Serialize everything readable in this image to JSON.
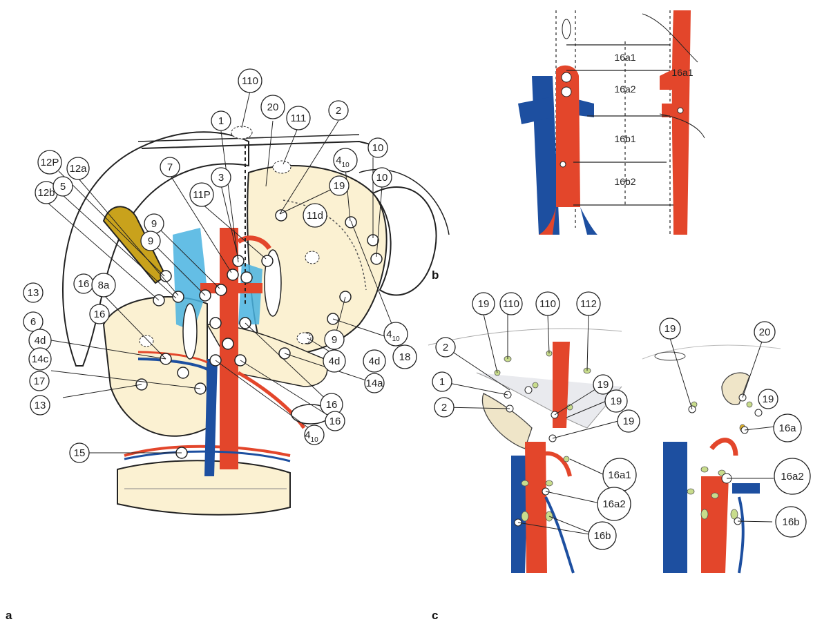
{
  "panels": {
    "a": "a",
    "b": "b",
    "c": "c"
  },
  "colors": {
    "artery": "#e3462b",
    "vein": "#1d4fa0",
    "gallbladder": "#c9a21c",
    "pancreas": "#fbf1d2",
    "duct": "#49b3e0",
    "line": "#222222"
  },
  "panel_a_labels": [
    "110",
    "20",
    "1",
    "111",
    "2",
    "10",
    "10",
    "12P",
    "12a",
    "12b",
    "5",
    "3",
    "7",
    "4",
    "10",
    "19",
    "11P",
    "11d",
    "9",
    "9",
    "16",
    "8a",
    "13",
    "16",
    "6",
    "4d",
    "14c",
    "17",
    "13",
    "15",
    "9",
    "4d",
    "4d",
    "4",
    "10",
    "18",
    "14a",
    "16",
    "16",
    "4",
    "10"
  ],
  "panel_b": {
    "labels": [
      "16a1",
      "16a1",
      "16a2",
      "16b1",
      "16b2"
    ]
  },
  "panel_c_left_labels": [
    "19",
    "110",
    "110",
    "112",
    "2",
    "1",
    "2",
    "19",
    "19",
    "19",
    "16a1",
    "16a2",
    "16b"
  ],
  "panel_c_right_labels": [
    "19",
    "20",
    "19",
    "16a",
    "16a2",
    "16b"
  ]
}
